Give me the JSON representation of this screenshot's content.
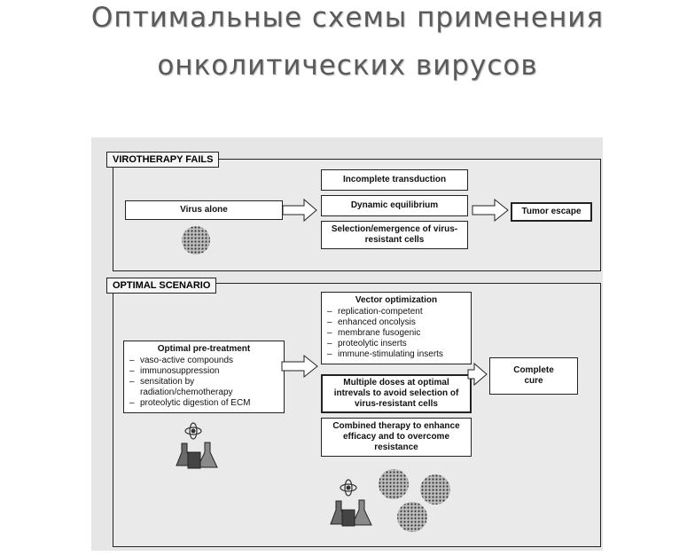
{
  "title": {
    "line1": "Оптимальные схемы применения",
    "line2": "онколитических вирусов"
  },
  "virotherapy_fails": {
    "label": "VIROTHERAPY FAILS",
    "virus_alone": "Virus alone",
    "incomplete_transduction": "Incomplete transduction",
    "dynamic_equilibrium": "Dynamic equilibrium",
    "selection": "Selection/emergence of virus-resistant cells",
    "tumor_escape": "Tumor escape"
  },
  "optimal_scenario": {
    "label": "OPTIMAL SCENARIO",
    "pretreatment": {
      "heading": "Optimal pre-treatment",
      "items": [
        "vaso-active compounds",
        "immunosuppression",
        "sensitation by radiation/chemotherapy",
        "proteolytic digestion of ECM"
      ]
    },
    "vector": {
      "heading": "Vector optimization",
      "items": [
        "replication-competent",
        "enhanced oncolysis",
        "membrane fusogenic",
        "proteolytic inserts",
        "immune-stimulating inserts"
      ]
    },
    "multiple_doses": "Multiple doses at optimal intrevals to avoid selection of virus-resistant cells",
    "combined": "Combined therapy to enhance efficacy and to overcome resistance",
    "complete_cure": "Complete cure"
  },
  "icons": [
    "virus-particle-icon",
    "chemistry-flasks-icon"
  ]
}
